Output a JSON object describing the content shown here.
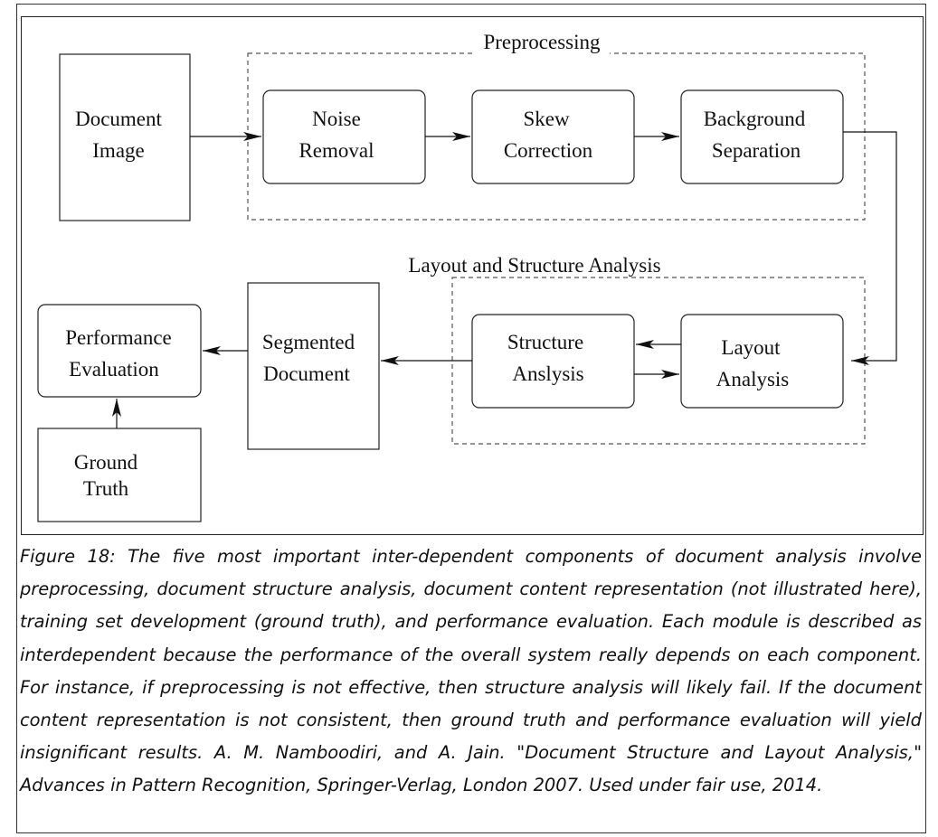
{
  "diagram": {
    "groups": {
      "preprocessing": "Preprocessing",
      "layout_structure": "Layout and Structure Analysis"
    },
    "nodes": {
      "document_image": [
        "Document",
        "Image"
      ],
      "noise_removal": [
        "Noise",
        "Removal"
      ],
      "skew_correction": [
        "Skew",
        "Correction"
      ],
      "background_separation": [
        "Background",
        "Separation"
      ],
      "layout_analysis": [
        "Layout",
        "Analysis"
      ],
      "structure_analysis": [
        "Structure",
        "Anslysis"
      ],
      "segmented_document": [
        "Segmented",
        "Document"
      ],
      "performance_evaluation": [
        "Performance",
        "Evaluation"
      ],
      "ground_truth": [
        "Ground",
        "Truth"
      ]
    }
  },
  "caption": "Figure 18: The five most important inter-dependent components of document analysis involve preprocessing, document structure analysis, document content representation (not illustrated here), training set development (ground truth), and performance evaluation. Each module is described as interdependent because the performance of the overall system really depends on each component. For instance, if preprocessing is not effective, then structure analysis will likely fail. If the document content representation is not consistent, then ground truth and performance evaluation will yield insignificant results. A. M. Namboodiri, and A. Jain. \"Document Structure and Layout Analysis,\" Advances in Pattern Recognition, Springer-Verlag, London 2007. Used under fair use, 2014."
}
